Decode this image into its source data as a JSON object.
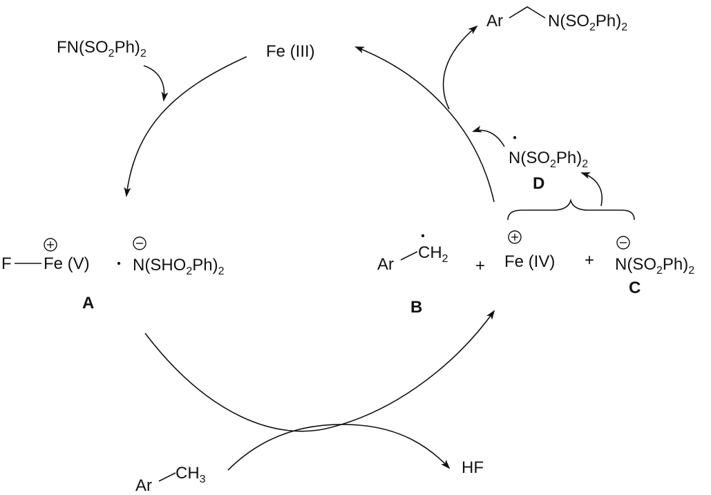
{
  "species": {
    "fe3": "Fe (III)",
    "reagent": {
      "main": "FN(SO",
      "sub": "2",
      "end": "Ph)",
      "sub2": "2"
    },
    "intermediate_a": {
      "f": "F",
      "fe": "Fe (V)",
      "anion": {
        "main": "N(SHO",
        "sub": "2",
        "end": "Ph)",
        "sub2": "2"
      },
      "label": "A"
    },
    "radical_b": {
      "ar": "Ar",
      "ch": "CH",
      "sub": "2",
      "label": "B"
    },
    "fe4": "Fe (IV)",
    "anion_c": {
      "main": "N(SO",
      "sub": "2",
      "end": "Ph)",
      "sub2": "2",
      "label": "C"
    },
    "radical_d": {
      "main": "N(SO",
      "sub": "2",
      "end": "Ph)",
      "sub2": "2",
      "label": "D"
    },
    "product": {
      "ar": "Ar",
      "main": "N(SO",
      "sub": "2",
      "end": "Ph)",
      "sub2": "2"
    },
    "substrate": {
      "ar": "Ar",
      "ch": "CH",
      "sub": "3"
    },
    "byproduct": "HF",
    "plus_1": "+",
    "plus_2": "+"
  }
}
